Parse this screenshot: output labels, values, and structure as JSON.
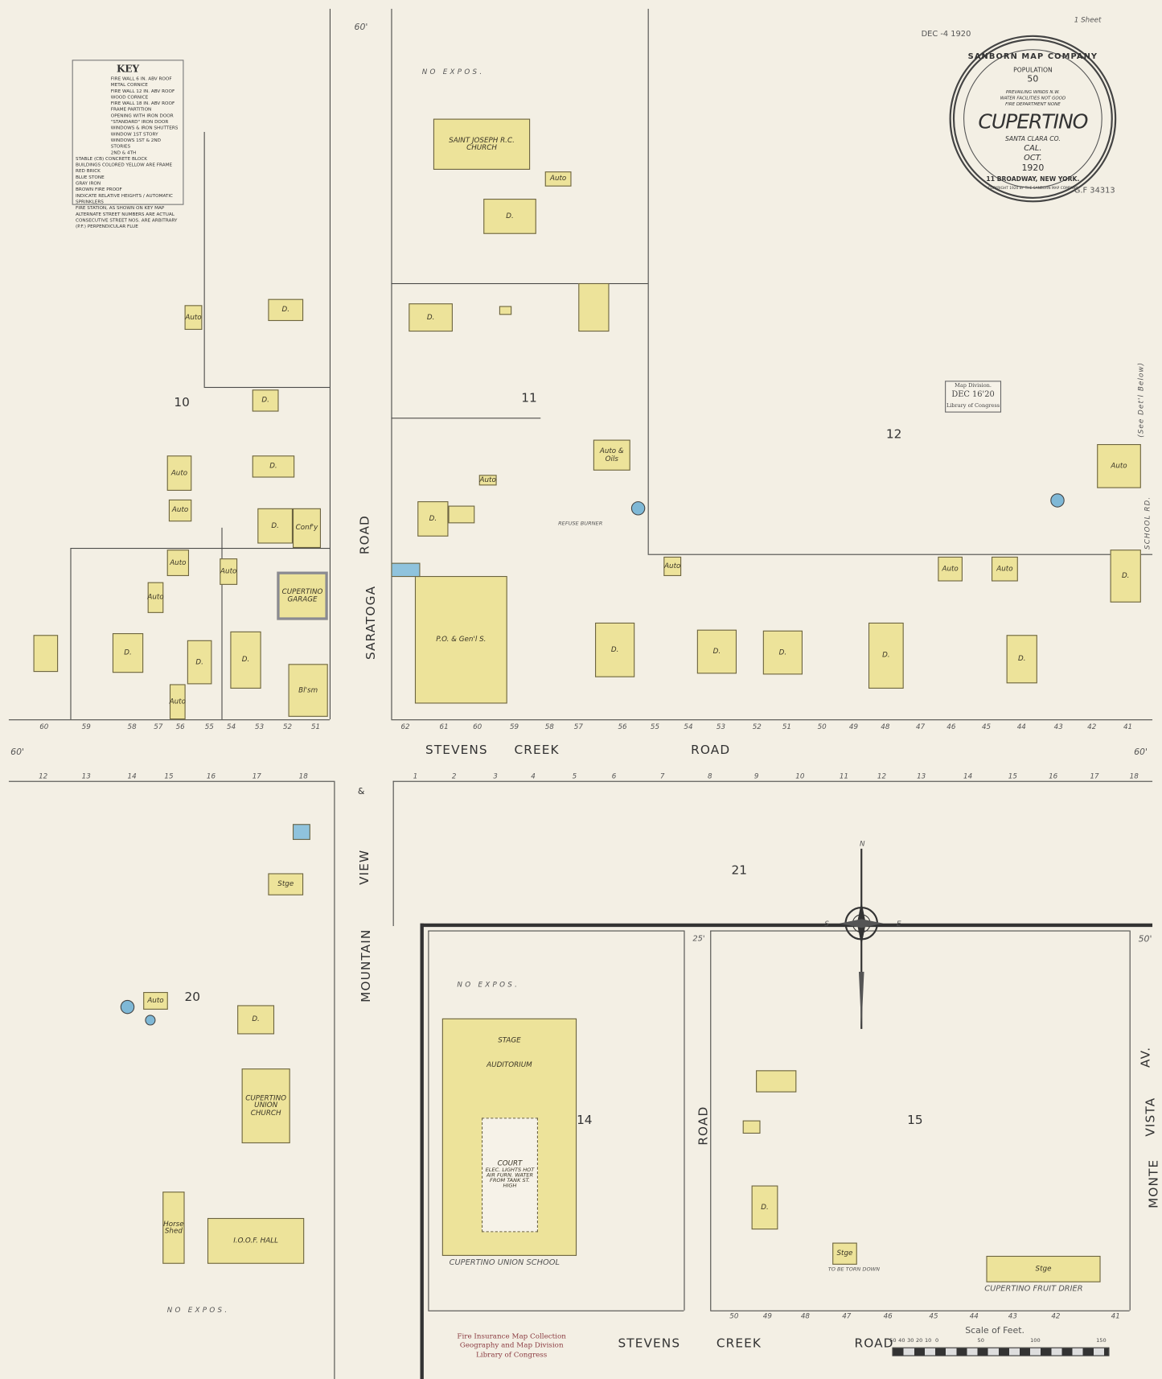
{
  "top_note": "1 Sheet",
  "received_stamp": "DEC -4 1920",
  "catalog_number": "G.F 34313",
  "cartouche": {
    "company": "SANBORN MAP COMPANY",
    "population_label": "POPULATION",
    "population": "50",
    "prevailing_winds": "PREVAILING WINDS N.W.",
    "water_facilities": "WATER FACILITIES NOT GOOD",
    "fire_department": "FIRE DEPARTMENT NONE",
    "town": "CUPERTINO",
    "county": "SANTA CLARA CO.",
    "state": "CAL.",
    "month": "OCT.",
    "year": "1920",
    "address": "11 BROADWAY, NEW YORK.",
    "copyright": "COPYRIGHT 1920 BY THE SANBORN MAP COMPANY"
  },
  "key": {
    "title": "KEY",
    "lines": [
      "FIRE WALL 6 IN. ABV ROOF",
      "METAL CORNICE",
      "FIRE WALL 12 IN. ABV ROOF",
      "WOOD CORNICE",
      "FIRE WALL 18 IN. ABV ROOF",
      "FRAME PARTITION",
      "OPENING WITH IRON DOOR",
      "\"STANDARD\" IRON DOOR",
      "WINDOWS & IRON SHUTTERS",
      "WINDOW 1ST STORY",
      "WINDOWS 1ST & 2ND STORIES",
      "2ND & 4TH",
      "STABLE (CB) CONCRETE BLOCK",
      "BUILDINGS COLORED YELLOW ARE FRAME",
      "RED BRICK",
      "BLUE STONE",
      "GRAY IRON",
      "BROWN FIRE PROOF",
      "INDICATE RELATIVE HEIGHTS / AUTOMATIC SPRINKLERS",
      "FIRE STATION, AS SHOWN ON KEY MAP",
      "ALTERNATE STREET NUMBERS ARE ACTUAL",
      "CONSECUTIVE STREET NOS. ARE ARBITRARY",
      "(P.F.) PERPENDICULAR FLUE"
    ]
  },
  "map_division_stamp": {
    "line1": "Map Division.",
    "line2": "DEC 16'20",
    "line3": "Library of Congress"
  },
  "collection_stamp": {
    "line1": "Fire Insurance Map Collection",
    "line2": "Geography and Map Division",
    "line3": "Library of Congress"
  },
  "streets": {
    "saratoga": "SARATOGA",
    "saratoga_road": "ROAD",
    "mountain": "MOUNTAIN",
    "view": "VIEW",
    "amp": "&",
    "stevens": "STEVENS",
    "creek": "CREEK",
    "road": "ROAD",
    "road_east": "ROAD",
    "monte": "MONTE",
    "vista": "VISTA",
    "av": "AV.",
    "width_60": "60'",
    "width_50": "50'",
    "width_25": "25'"
  },
  "blocks": [
    "10",
    "11",
    "12",
    "20",
    "21",
    "14",
    "15"
  ],
  "notes": {
    "no_expos": "NO EXPOS.",
    "see_detail_below": "(See Det'l Below)",
    "school_road": "SCHOOL RD.",
    "school_name": "CUPERTINO UNION SCHOOL",
    "fruit_drier": "CUPERTINO FRUIT DRIER",
    "stage": "STAGE",
    "auditorium": "AUDITORIUM",
    "court": "COURT",
    "court_note": "ELEC. LIGHTS HOT AIR FURN. WATER FROM TANK ST. HIGH",
    "refuse": "REFUSE BURNER",
    "to_be_torn_down": "TO BE TORN DOWN"
  },
  "buildings": [
    "Auto",
    "D.",
    "D.",
    "D.",
    "Auto",
    "Auto",
    "D.",
    "Conf'y",
    "Auto",
    "Auto",
    "Auto",
    "CUPERTINO GARAGE",
    "D.",
    "D.",
    "D.",
    "Auto",
    "",
    "Bl'sm",
    "SAINT JOSEPH R.C. CHURCH",
    "Auto",
    "D.",
    "D.",
    "",
    "",
    "Auto & Oils",
    "D.",
    "",
    "Auto",
    "P.O. & Gen'l S.",
    "",
    "D.",
    "D.",
    "D.",
    "D.",
    "D.",
    "Auto",
    "Auto",
    "Auto",
    "Auto",
    "D.",
    "Stge",
    "D.",
    "Auto",
    "CUPERTINO UNION CHURCH",
    "Horse Shed",
    "I.O.O.F. HALL",
    "",
    "",
    "",
    "D.",
    "Stge",
    "Stge"
  ],
  "lot_numbers_north": [
    "60",
    "59",
    "58",
    "57",
    "56",
    "55",
    "54",
    "53",
    "52",
    "51",
    "62",
    "61",
    "60",
    "59",
    "58",
    "57",
    "56",
    "55",
    "54",
    "53",
    "52",
    "51",
    "50",
    "49",
    "48",
    "47",
    "46",
    "45",
    "44",
    "43",
    "42",
    "41"
  ],
  "lot_numbers_south": [
    "12",
    "13",
    "14",
    "15",
    "16",
    "17",
    "18",
    "1",
    "2",
    "3",
    "4",
    "5",
    "6",
    "7",
    "8",
    "9",
    "10",
    "11",
    "12",
    "13",
    "14",
    "15",
    "16",
    "17",
    "18"
  ],
  "lot_numbers_bottom": [
    "50",
    "49",
    "48",
    "47",
    "46",
    "45",
    "44",
    "43",
    "42",
    "41"
  ],
  "compass": {
    "n": "N",
    "s": "S",
    "e": "E"
  },
  "scale": {
    "title": "Scale of Feet.",
    "ticks": [
      "50",
      "40",
      "30",
      "20",
      "10",
      "0",
      "50",
      "100",
      "150"
    ]
  },
  "colors": {
    "frame": "#ede39a",
    "stone": "#8fc3dd",
    "iron": "#8a8a92",
    "paper": "#f3efe4"
  }
}
